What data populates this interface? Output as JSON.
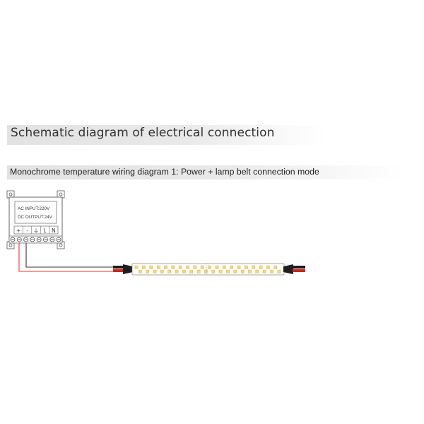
{
  "header": {
    "title": "Schematic diagram of electrical connection",
    "subtitle": "Monochrome temperature wiring diagram 1: Power + lamp belt connection mode"
  },
  "power_supply": {
    "input_label": "AC INPUT:220V",
    "output_label": "DC OUTPUT:24V",
    "terminal_labels": [
      "+",
      "-",
      "⏚",
      "L",
      "N"
    ]
  },
  "wires": {
    "positive_color": "#e23b2e",
    "negative_color": "#333333"
  },
  "led_strip": {
    "led_color": "#f7d97a",
    "led_count": 40
  }
}
